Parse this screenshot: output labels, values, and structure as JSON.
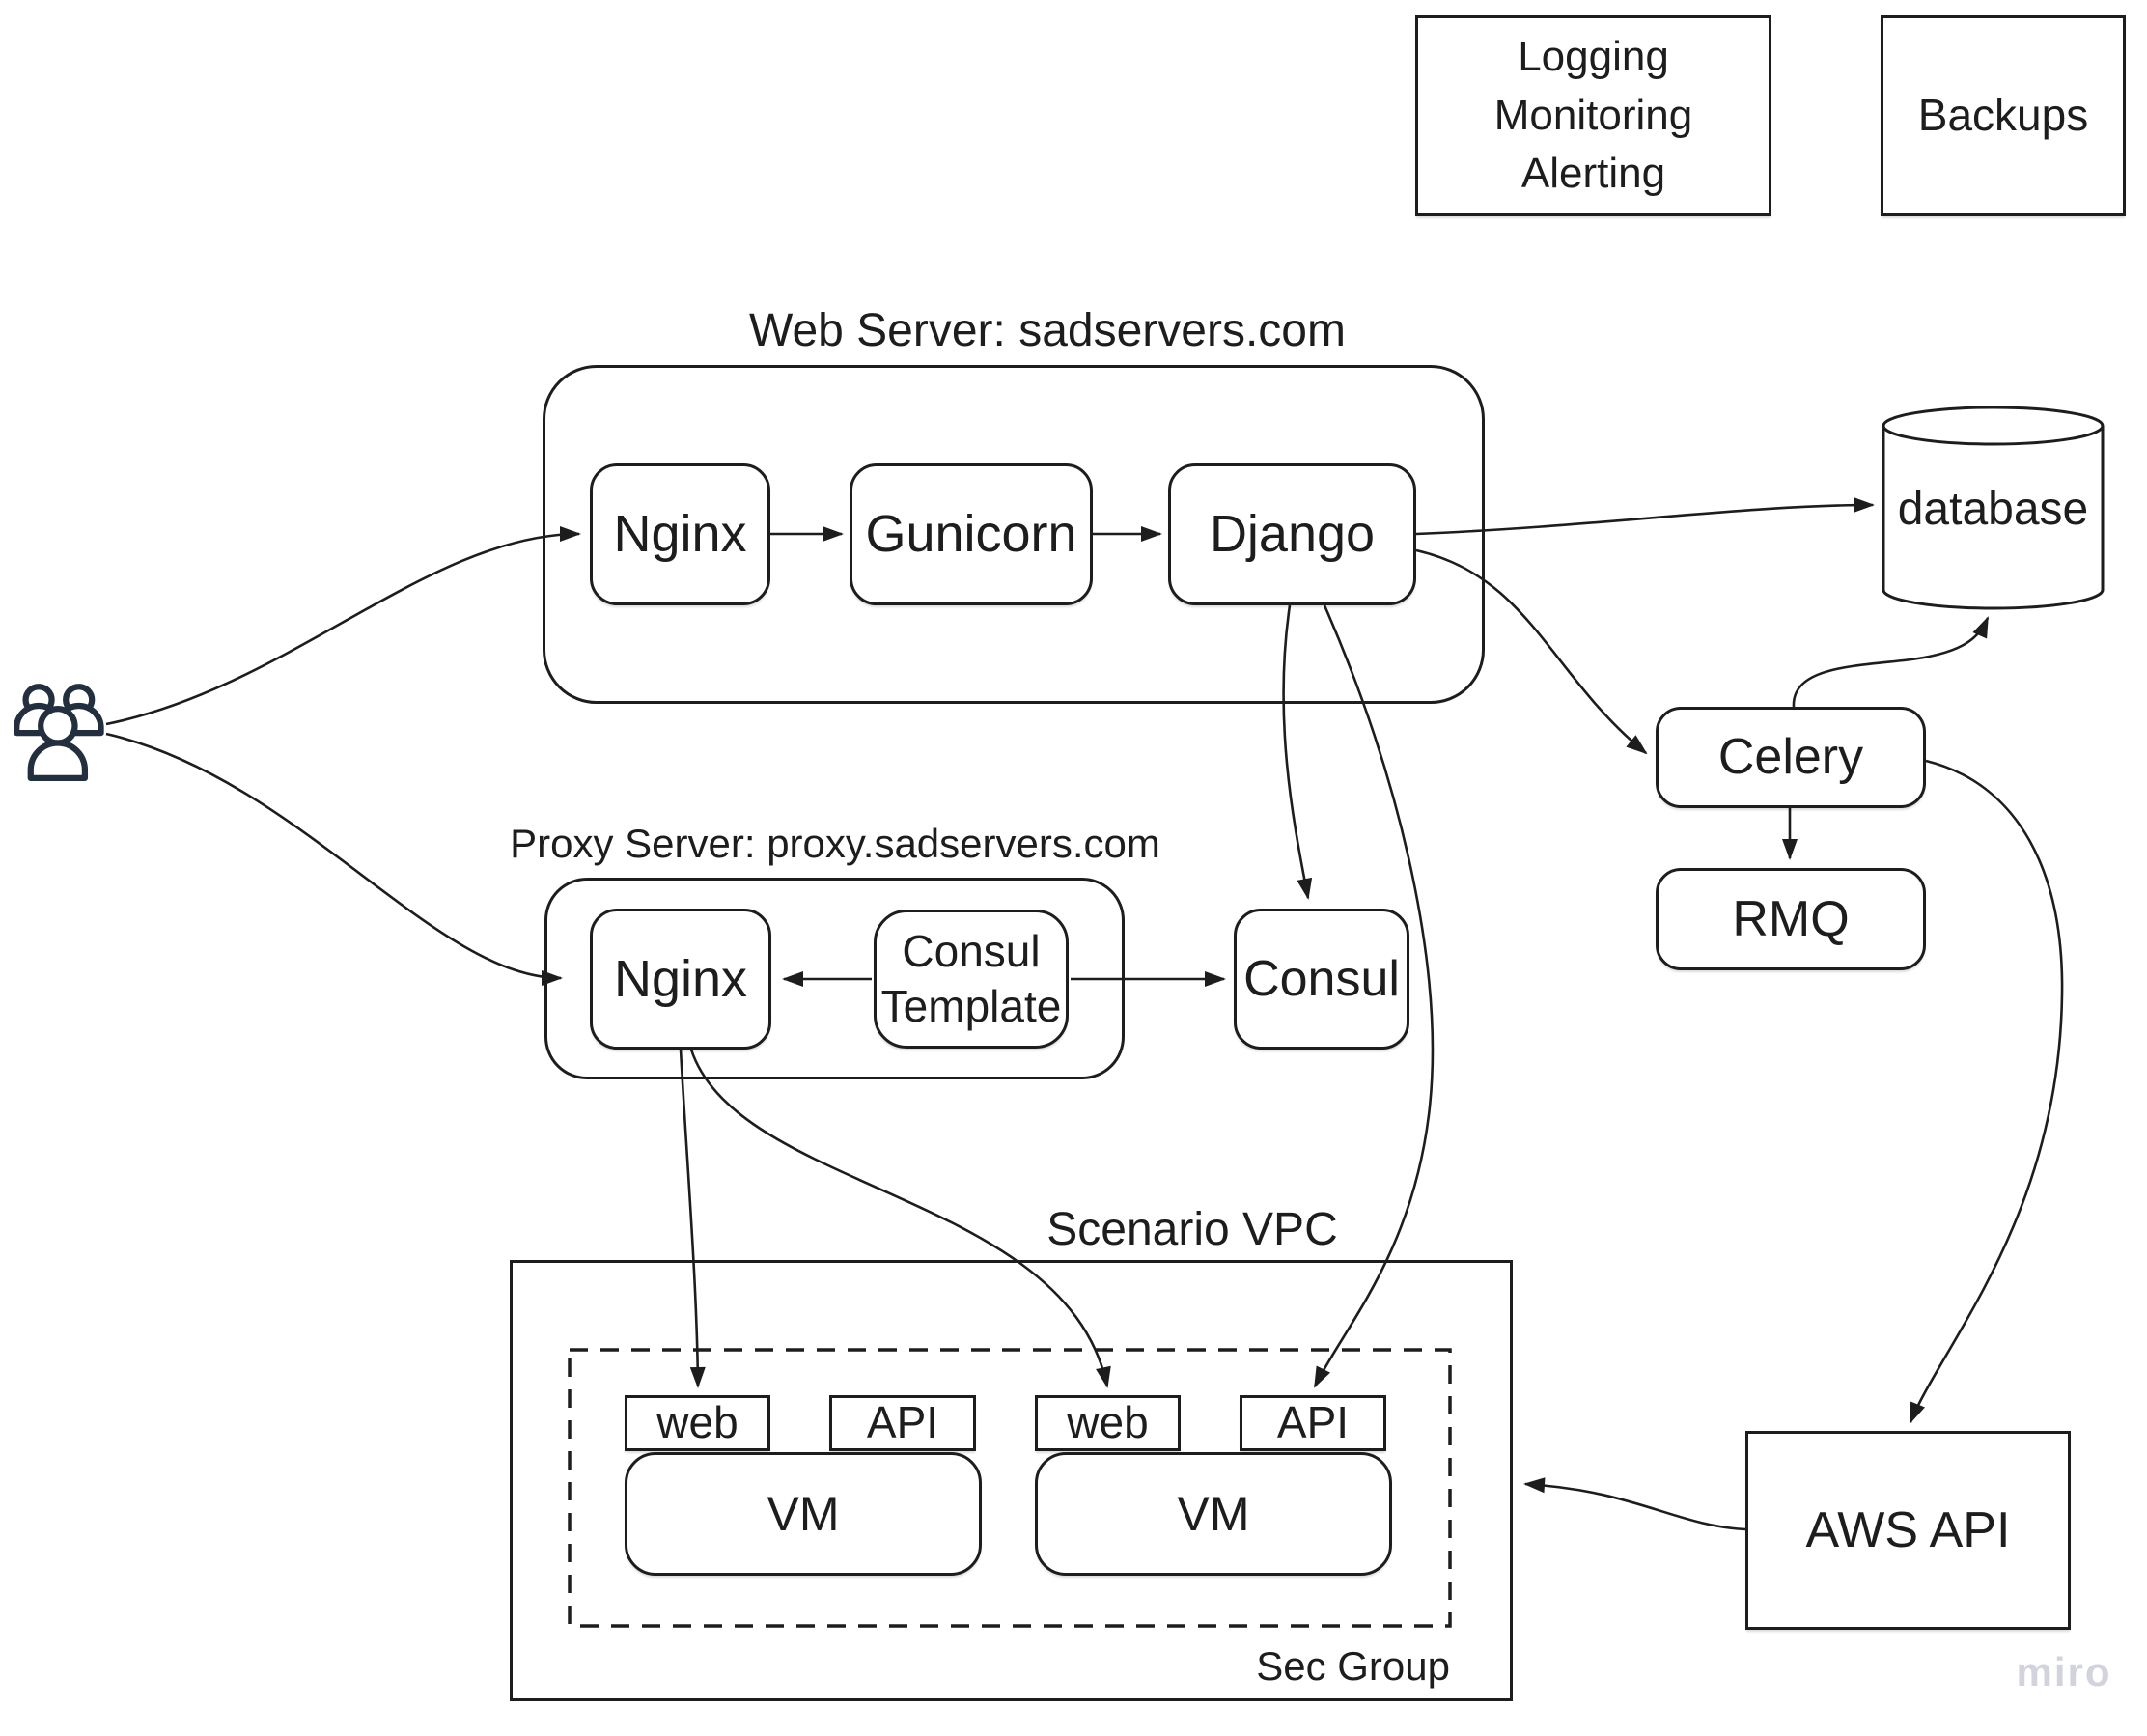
{
  "diagram": {
    "titles": {
      "web_server": "Web Server: sadservers.com",
      "proxy_server": "Proxy Server: proxy.sadservers.com",
      "vpc": "Scenario VPC",
      "sec_group": "Sec Group"
    },
    "nodes": {
      "logging": "Logging\nMonitoring\nAlerting",
      "backups": "Backups",
      "nginx_web": "Nginx",
      "gunicorn": "Gunicorn",
      "django": "Django",
      "database": "database",
      "celery": "Celery",
      "rmq": "RMQ",
      "nginx_proxy": "Nginx",
      "consul_template": "Consul\nTemplate",
      "consul": "Consul",
      "web1": "web",
      "api1": "API",
      "vm1": "VM",
      "web2": "web",
      "api2": "API",
      "vm2": "VM",
      "aws_api": "AWS API"
    },
    "icons": {
      "users": "users-icon (three people, outline)"
    },
    "edges": [
      {
        "from": "users",
        "to": "nginx_web"
      },
      {
        "from": "users",
        "to": "nginx_proxy"
      },
      {
        "from": "nginx_web",
        "to": "gunicorn"
      },
      {
        "from": "gunicorn",
        "to": "django"
      },
      {
        "from": "django",
        "to": "database"
      },
      {
        "from": "django",
        "to": "celery"
      },
      {
        "from": "django",
        "to": "consul"
      },
      {
        "from": "django",
        "to": "api2"
      },
      {
        "from": "nginx_proxy",
        "to": "web1"
      },
      {
        "from": "nginx_proxy",
        "to": "web2"
      },
      {
        "from": "consul_template",
        "to": "nginx_proxy"
      },
      {
        "from": "consul_template",
        "to": "consul"
      },
      {
        "from": "celery",
        "to": "rmq"
      },
      {
        "from": "celery",
        "to": "database"
      },
      {
        "from": "celery",
        "to": "aws_api"
      },
      {
        "from": "aws_api",
        "to": "vpc"
      }
    ],
    "colors": {
      "stroke": "#1d1d1d",
      "users_icon": "#232f3e",
      "watermark": "#d2d3dc",
      "background": "#ffffff"
    },
    "watermark": "miro"
  }
}
